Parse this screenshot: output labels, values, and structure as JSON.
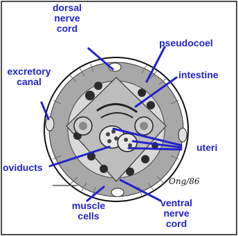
{
  "labels": {
    "dorsal_nerve_cord": [
      "dorsal",
      "nerve",
      "cord"
    ],
    "pseudocoel": "pseudocoel",
    "excretory_canal": [
      "excretory",
      "canal"
    ],
    "intestine": "intestine",
    "uteri": "uteri",
    "oviducts": "oviducts",
    "muscle_cells": [
      "muscle",
      "cells"
    ],
    "ventral_nerve_cord": [
      "ventral",
      "nerve",
      "cord"
    ]
  },
  "signature": "Ong/86",
  "colors": {
    "label": "#2222cc",
    "outline": "#111111",
    "muscle_ring": "#9a9a9a",
    "cytoplasm": "#cfcfcf",
    "organ_dark": "#2b2b2b"
  }
}
